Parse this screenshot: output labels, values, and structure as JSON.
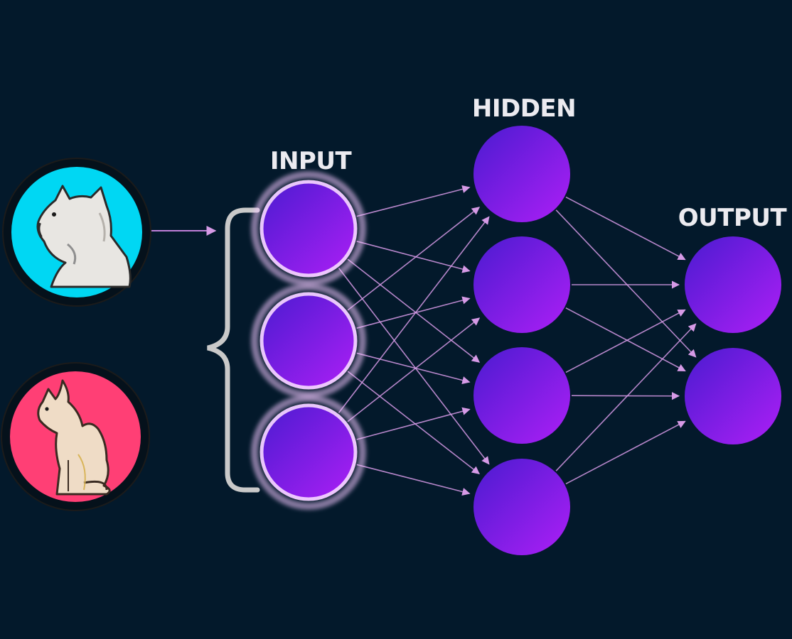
{
  "labels": {
    "input": "INPUT",
    "hidden": "HIDDEN",
    "output": "OUTPUT"
  },
  "examples": [
    {
      "icon": "dog-icon",
      "background": "#00d7f3"
    },
    {
      "icon": "cat-icon",
      "background": "#ff3f75"
    }
  ],
  "layers": {
    "input": 3,
    "hidden": 4,
    "output": 2
  },
  "colors": {
    "background": "#03192b",
    "node_dark": "#5a1fd6",
    "node_light": "#a41ff4",
    "input_glow": "#f3c6ff",
    "connection": "#d69ae6",
    "brace": "#c9c9c9",
    "icon_ring": "#0a0a0a"
  }
}
